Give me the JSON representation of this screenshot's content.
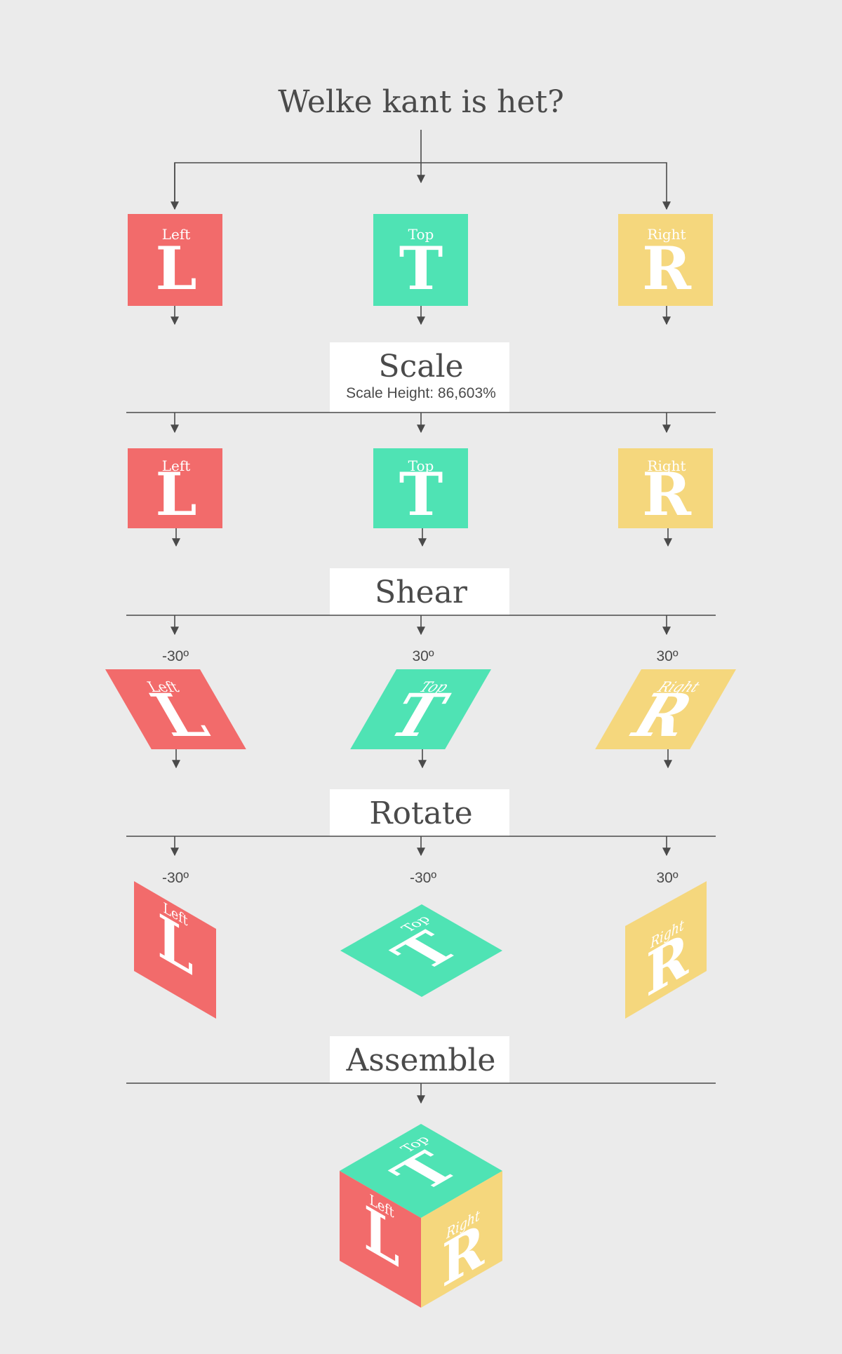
{
  "title": "Welke kant is het?",
  "colors": {
    "left": "#f26b6b",
    "top": "#4fe3b4",
    "right": "#f5d77d",
    "line": "#4a4a4a",
    "background": "#ebebeb",
    "label_box": "#ffffff"
  },
  "faces": {
    "left": {
      "name": "Left",
      "letter": "L"
    },
    "top": {
      "name": "Top",
      "letter": "T"
    },
    "right": {
      "name": "Right",
      "letter": "R"
    }
  },
  "stages": {
    "scale": {
      "label": "Scale",
      "sublabel": "Scale Height: 86,603%"
    },
    "shear": {
      "label": "Shear",
      "angles": {
        "left": "-30º",
        "top": "30º",
        "right": "30º"
      }
    },
    "rotate": {
      "label": "Rotate",
      "angles": {
        "left": "-30º",
        "top": "-30º",
        "right": "30º"
      }
    },
    "assemble": {
      "label": "Assemble"
    }
  }
}
